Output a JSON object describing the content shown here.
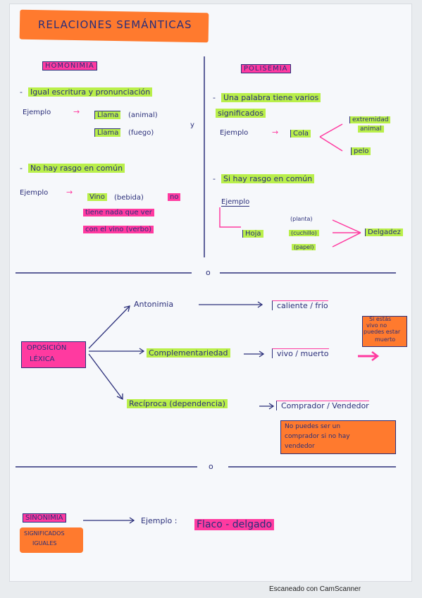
{
  "title": "RELACIONES SEMÁNTICAS",
  "homonimia": {
    "heading": "HOMONIMIA",
    "def_line1": "Igual escritura y pronunciación",
    "ejemplo_label": "Ejemplo",
    "ex_word1": "Llama",
    "ex_gloss1": "(animal)",
    "ex_word2": "Llama",
    "ex_gloss2": "(fuego)",
    "ex_y": "y",
    "rasgo": "No hay rasgo en común",
    "ejemplo2_label": "Ejemplo",
    "vino_word": "Vino",
    "vino_gloss": "(bebida)",
    "no_line1": "no",
    "no_line2": "tiene nada que ver",
    "no_line3": "con el vino (verbo)"
  },
  "polisemia": {
    "heading": "POLISEMIA",
    "def_line1": "Una palabra tiene varios",
    "def_line2": "significados",
    "ejemplo_label": "Ejemplo",
    "cola": "Cola",
    "extremidad_1": "extremidad",
    "extremidad_2": "animal",
    "pelo": "pelo",
    "rasgo": "Si hay rasgo en común",
    "ejemplo2_label": "Ejemplo",
    "hoja": "Hoja",
    "planta": "(planta)",
    "cuchillo": "(cuchillo)",
    "papel": "(papel)",
    "delgadez": "Delgadez"
  },
  "oposicion": {
    "label_line1": "OPOSICIÓN",
    "label_line2": "LÉXICA",
    "antonimia": "Antonimia",
    "antonimia_ex": "caliente / frío",
    "complementariedad": "Complementariedad",
    "complementariedad_ex": "vivo / muerto",
    "note1_l1": "Si estás",
    "note1_l2": "vivo no",
    "note1_l3": "puedes estar",
    "note1_l4": "muerto",
    "reciproca": "Recíproca (dependencia)",
    "reciproca_ex": "Comprador / Vendedor",
    "note2_l1": "No puedes ser un",
    "note2_l2": "comprador si no hay",
    "note2_l3": "vendedor"
  },
  "sinonimia": {
    "heading": "SINONIMIA",
    "sub_l1": "SIGNIFICADOS",
    "sub_l2": "IGUALES",
    "ejemplo_label": "Ejemplo :",
    "example": "Flaco - delgado"
  },
  "dividers": {
    "mark1": "o",
    "mark2": "o"
  },
  "footer": "Escaneado con CamScanner",
  "colors": {
    "ink": "#2b2f7a",
    "green_highlight": "#b9ef4a",
    "pink_highlight": "#ff3aa0",
    "orange_highlight": "#ff7a2e"
  }
}
